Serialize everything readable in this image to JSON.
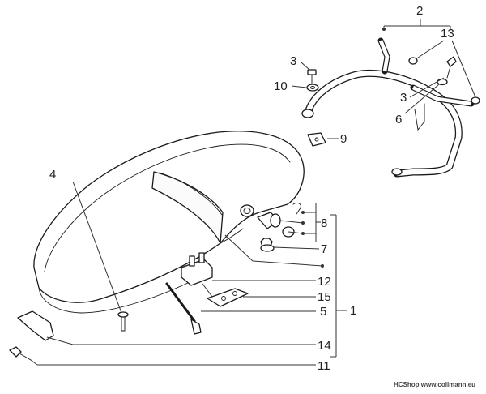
{
  "callouts": {
    "c1": "1",
    "c2": "2",
    "c3a": "3",
    "c3b": "3",
    "c4": "4",
    "c5": "5",
    "c6": "6",
    "c7": "7",
    "c8": "8",
    "c9": "9",
    "c10": "10",
    "c11": "11",
    "c12": "12",
    "c13": "13",
    "c14": "14",
    "c15": "15"
  },
  "watermark": {
    "brand": "HCShop",
    "site": "www.collmann.eu"
  },
  "colors": {
    "line": "#1a1a1a",
    "background": "#ffffff"
  }
}
